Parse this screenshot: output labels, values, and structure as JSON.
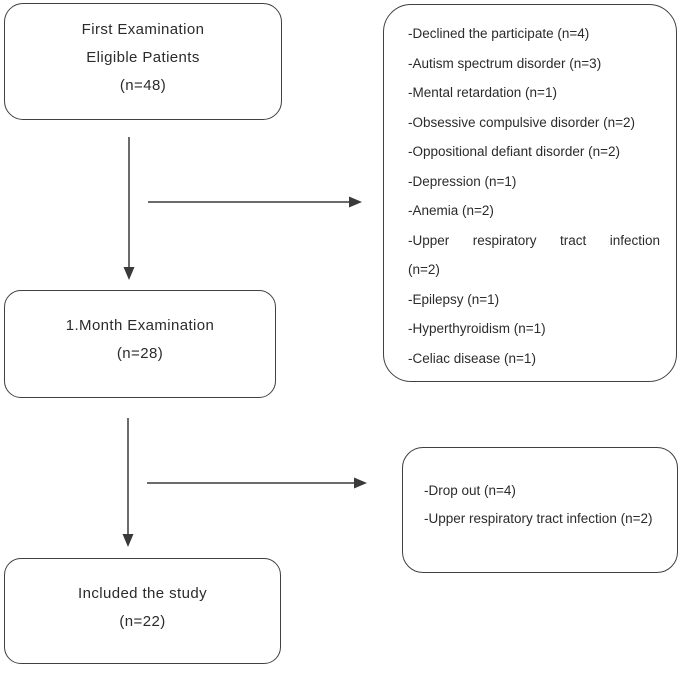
{
  "first_exam": {
    "title": "First Examination",
    "subtitle": "Eligible Patients",
    "count": "(n=48)"
  },
  "exclusions": {
    "lines": [
      "-Declined the participate (n=4)",
      "-Autism spectrum disorder (n=3)",
      "-Mental retardation (n=1)",
      "-Obsessive compulsive disorder (n=2)",
      "-Oppositional defiant disorder (n=2)",
      "-Depression (n=1)",
      "-Anemia (n=2)",
      "-Upper respiratory tract infection",
      "(n=2)",
      "-Epilepsy (n=1)",
      "-Hyperthyroidism (n=1)",
      "-Celiac disease (n=1)"
    ]
  },
  "month_exam": {
    "title": "1.Month Examination",
    "count": "(n=28)"
  },
  "dropouts": {
    "lines": [
      "-Drop out (n=4)",
      "-Upper respiratory tract infection (n=2)"
    ]
  },
  "included": {
    "title": "Included the study",
    "count": "(n=22)"
  },
  "colors": {
    "background": "#ffffff",
    "box_border": "#404040",
    "text": "#2b2b2b",
    "arrow": "#3a3a3a"
  }
}
